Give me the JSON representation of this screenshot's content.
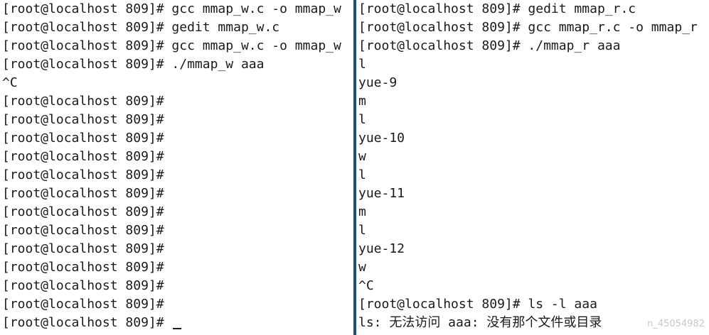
{
  "left_terminal": {
    "lines": [
      "[root@localhost 809]# gcc mmap_w.c -o mmap_w",
      "[root@localhost 809]# gedit mmap_w.c",
      "[root@localhost 809]# gcc mmap_w.c -o mmap_w",
      "[root@localhost 809]# ./mmap_w aaa",
      "^C",
      "[root@localhost 809]#",
      "[root@localhost 809]#",
      "[root@localhost 809]#",
      "[root@localhost 809]#",
      "[root@localhost 809]#",
      "[root@localhost 809]#",
      "[root@localhost 809]#",
      "[root@localhost 809]#",
      "[root@localhost 809]#",
      "[root@localhost 809]#",
      "[root@localhost 809]#",
      "[root@localhost 809]#",
      "[root@localhost 809]# "
    ]
  },
  "right_terminal": {
    "lines": [
      "[root@localhost 809]# gedit mmap_r.c",
      "[root@localhost 809]# gcc mmap_r.c -o mmap_r",
      "[root@localhost 809]# ./mmap_r aaa",
      "l",
      "yue-9",
      "m",
      "l",
      "yue-10",
      "w",
      "l",
      "yue-11",
      "m",
      "l",
      "yue-12",
      "w",
      "^C",
      "[root@localhost 809]# ls -l aaa",
      "ls: 无法访问 aaa: 没有那个文件或目录"
    ]
  },
  "watermark": "n_45054982"
}
